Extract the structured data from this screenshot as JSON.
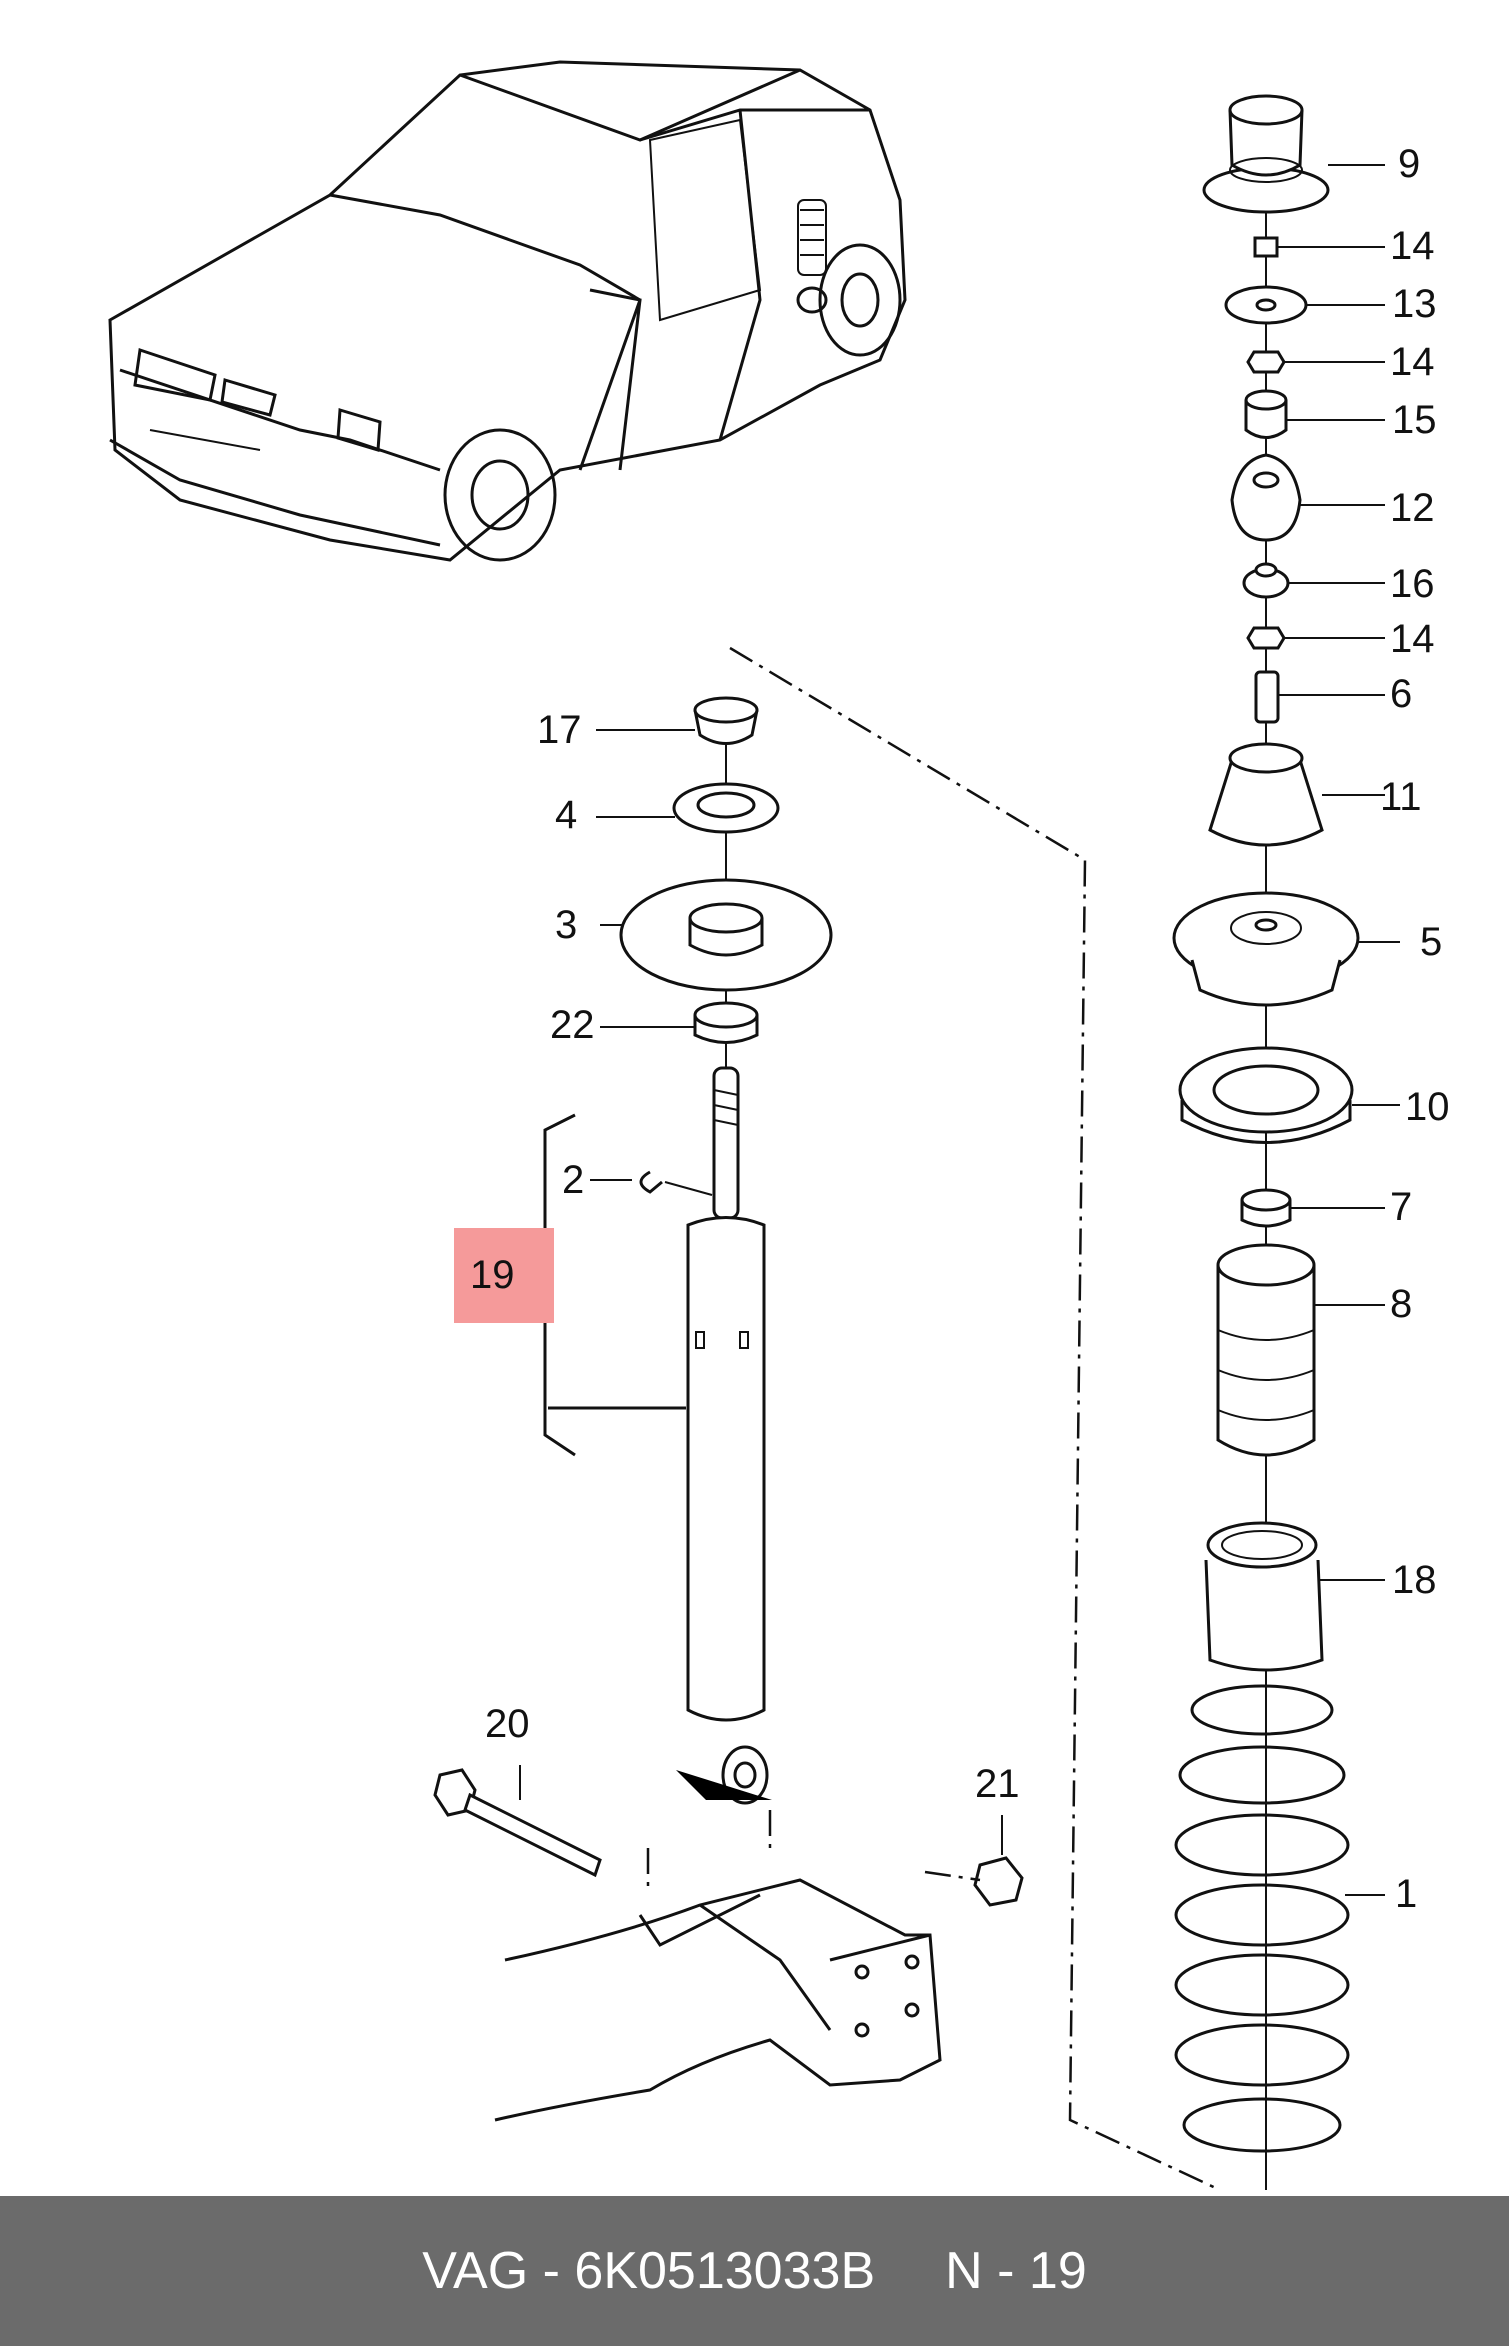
{
  "diagram": {
    "callouts": [
      {
        "id": "c9",
        "text": "9"
      },
      {
        "id": "c14a",
        "text": "14"
      },
      {
        "id": "c13",
        "text": "13"
      },
      {
        "id": "c14b",
        "text": "14"
      },
      {
        "id": "c15",
        "text": "15"
      },
      {
        "id": "c12",
        "text": "12"
      },
      {
        "id": "c16",
        "text": "16"
      },
      {
        "id": "c14c",
        "text": "14"
      },
      {
        "id": "c6",
        "text": "6"
      },
      {
        "id": "c11",
        "text": "11"
      },
      {
        "id": "c5",
        "text": "5"
      },
      {
        "id": "c10",
        "text": "10"
      },
      {
        "id": "c7",
        "text": "7"
      },
      {
        "id": "c8",
        "text": "8"
      },
      {
        "id": "c18",
        "text": "18"
      },
      {
        "id": "c1",
        "text": "1"
      },
      {
        "id": "c17",
        "text": "17"
      },
      {
        "id": "c4",
        "text": "4"
      },
      {
        "id": "c3",
        "text": "3"
      },
      {
        "id": "c22",
        "text": "22"
      },
      {
        "id": "c2",
        "text": "2"
      },
      {
        "id": "c20",
        "text": "20"
      },
      {
        "id": "c21",
        "text": "21"
      }
    ],
    "highlighted_callout": "19",
    "highlight_color": "#f59a9a"
  },
  "footer": {
    "brand": "VAG - 6K0513033B",
    "ref": "N - 19",
    "background": "#6b6b6b"
  }
}
